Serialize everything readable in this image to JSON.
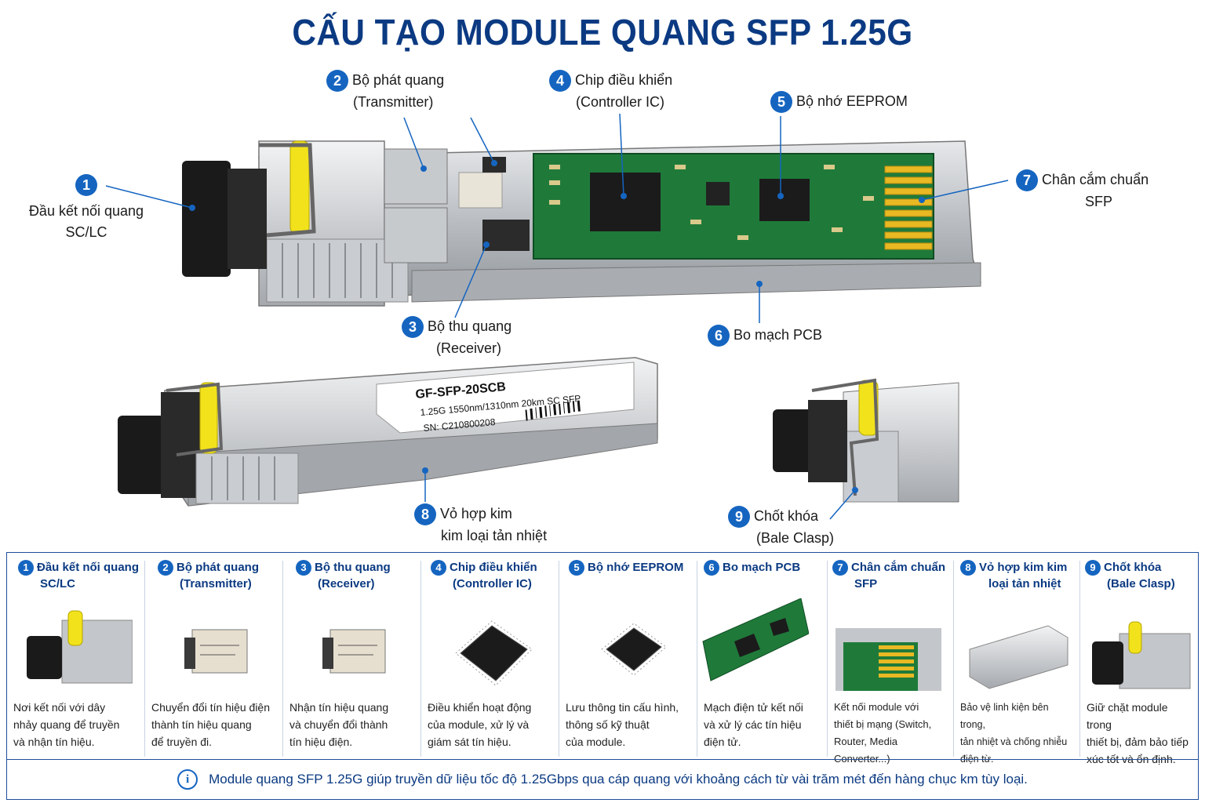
{
  "title": "CẤU TẠO MODULE QUANG SFP 1.25G",
  "callouts": [
    {
      "num": "1",
      "line1": "Đầu kết nối quang",
      "line2": "SC/LC"
    },
    {
      "num": "2",
      "line1": "Bộ phát quang",
      "line2": "(Transmitter)"
    },
    {
      "num": "3",
      "line1": "Bộ thu quang",
      "line2": "(Receiver)"
    },
    {
      "num": "4",
      "line1": "Chip điều khiển",
      "line2": "(Controller IC)"
    },
    {
      "num": "5",
      "line1": "Bộ nhớ EEPROM",
      "line2": ""
    },
    {
      "num": "6",
      "line1": "Bo mạch PCB",
      "line2": ""
    },
    {
      "num": "7",
      "line1": "Chân cắm chuẩn",
      "line2": "SFP"
    },
    {
      "num": "8",
      "line1": "Vỏ hợp kim",
      "line2": "kim loại tản nhiệt"
    },
    {
      "num": "9",
      "line1": "Chốt khóa",
      "line2": "(Bale Clasp)"
    }
  ],
  "label": {
    "model": "GF-SFP-20SCB",
    "spec": "1.25G 1550nm/1310nm 20km SC SFP",
    "sn": "SN: C210800208"
  },
  "components": [
    {
      "num": "1",
      "title1": "Đầu kết nối quang",
      "title2": "SC/LC",
      "icon": "sc-connector-photo",
      "desc": [
        "Nơi kết nối với dây",
        "nhảy quang để truyền",
        "và nhận tín hiệu."
      ]
    },
    {
      "num": "2",
      "title1": "Bộ phát quang",
      "title2": "(Transmitter)",
      "icon": "transmitter-photo",
      "desc": [
        "Chuyển đổi tín hiệu điện",
        "thành tín hiệu quang",
        "để truyền đi."
      ]
    },
    {
      "num": "3",
      "title1": "Bộ thu quang",
      "title2": "(Receiver)",
      "icon": "receiver-photo",
      "desc": [
        "Nhận tín hiệu quang",
        "và chuyển đổi thành",
        "tín hiệu điện."
      ]
    },
    {
      "num": "4",
      "title1": "Chip điều khiển",
      "title2": "(Controller IC)",
      "icon": "controller-chip-photo",
      "desc": [
        "Điều khiển hoạt động",
        "của module, xử lý và",
        "giám sát tín hiệu."
      ]
    },
    {
      "num": "5",
      "title1": "Bộ nhớ EEPROM",
      "title2": "",
      "icon": "eeprom-chip-photo",
      "desc": [
        "Lưu thông tin cấu hình,",
        "thông số kỹ thuật",
        "của module."
      ]
    },
    {
      "num": "6",
      "title1": "Bo mạch PCB",
      "title2": "",
      "icon": "pcb-photo",
      "desc": [
        "Mạch điện tử kết nối",
        "và xử lý các tín hiệu",
        "điện tử."
      ]
    },
    {
      "num": "7",
      "title1": "Chân cắm chuẩn",
      "title2": "SFP",
      "icon": "gold-pins-photo",
      "desc": [
        "Kết nối module với",
        "thiết bị mạng (Switch,",
        "Router, Media Converter...)"
      ]
    },
    {
      "num": "8",
      "title1": "Vỏ hợp kim kim",
      "title2": "loại tản nhiệt",
      "icon": "metal-housing-photo",
      "desc": [
        "Bảo vệ linh kiện bên trong,",
        "tản nhiệt và chống nhiễu",
        "điện từ."
      ]
    },
    {
      "num": "9",
      "title1": "Chốt khóa",
      "title2": "(Bale Clasp)",
      "icon": "bale-clasp-photo",
      "desc": [
        "Giữ chặt module trong",
        "thiết bị, đảm bảo tiếp",
        "xúc tốt và ổn định."
      ]
    }
  ],
  "footer": {
    "icon": "info-icon",
    "text": "Module quang SFP 1.25G giúp truyền dữ liệu tốc độ 1.25Gbps qua cáp quang với khoảng cách từ vài trăm mét đến hàng chục km tùy loại."
  },
  "colors": {
    "title": "#0b3a82",
    "badge": "#1565c0",
    "pcb": "#1f7a3a",
    "gold": "#e8b923",
    "clasp": "#f2e21b",
    "metal": "#b9bcc0"
  }
}
